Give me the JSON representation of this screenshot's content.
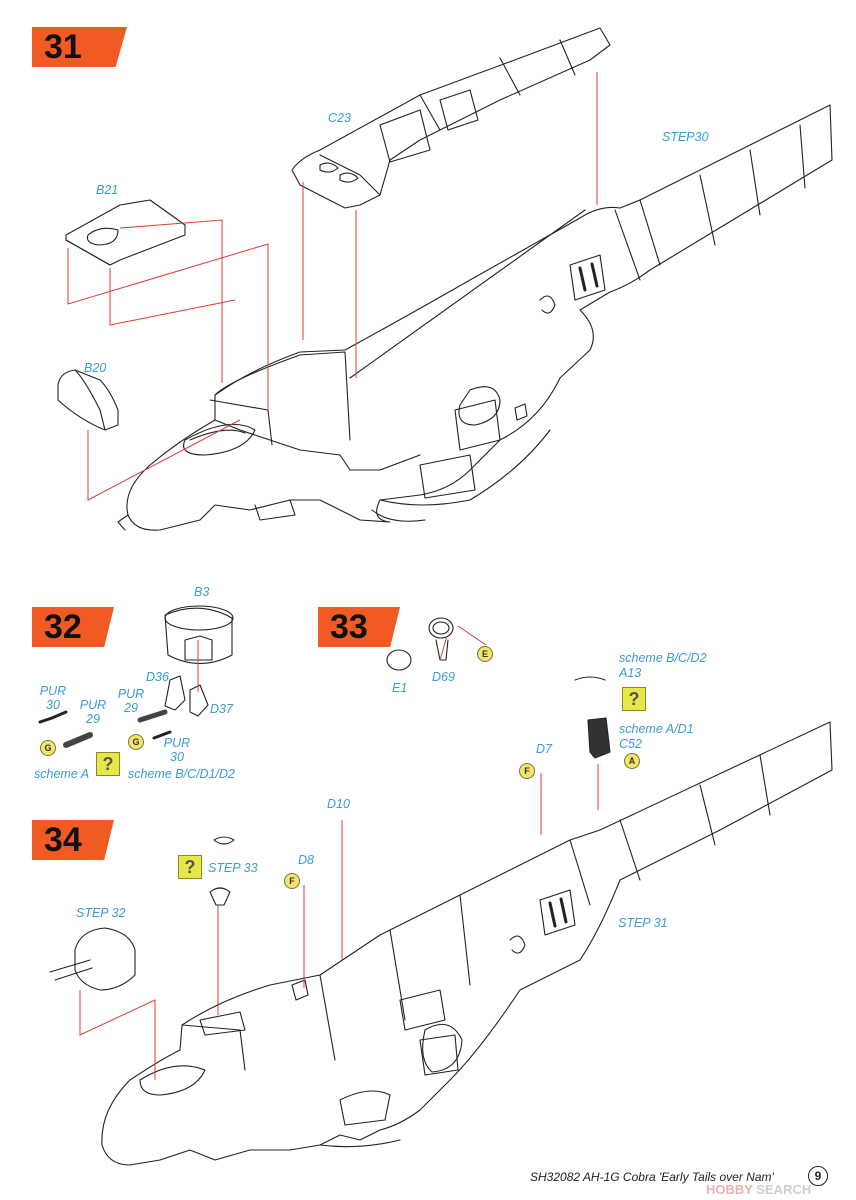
{
  "steps": [
    {
      "number": "31"
    },
    {
      "number": "32"
    },
    {
      "number": "33"
    },
    {
      "number": "34"
    }
  ],
  "step31": {
    "labels": {
      "c23": "C23",
      "step30": "STEP30",
      "b21": "B21",
      "b20": "B20"
    }
  },
  "step32": {
    "labels": {
      "b3": "B3",
      "d36": "D36",
      "d37": "D37",
      "pur30a_1": "PUR",
      "pur30a_2": "30",
      "pur29a_1": "PUR",
      "pur29a_2": "29",
      "pur29b_1": "PUR",
      "pur29b_2": "29",
      "pur30b_1": "PUR",
      "pur30b_2": "30",
      "scheme_a": "scheme A",
      "scheme_bcd": "scheme B/C/D1/D2"
    },
    "tags": {
      "g1": "G",
      "g2": "G"
    },
    "question": "?"
  },
  "step33": {
    "labels": {
      "e1": "E1",
      "d69": "D69"
    },
    "tags": {
      "e": "E"
    }
  },
  "step34": {
    "labels": {
      "scheme_bcd2": "scheme B/C/D2",
      "a13": "A13",
      "scheme_ad1": "scheme A/D1",
      "c52": "C52",
      "d7": "D7",
      "d10": "D10",
      "d8": "D8",
      "step33": "STEP 33",
      "step32": "STEP 32",
      "step31": "STEP 31"
    },
    "tags": {
      "f1": "F",
      "a": "A",
      "f2": "F"
    },
    "question1": "?",
    "question2": "?"
  },
  "footer": {
    "text": "SH32082  AH-1G Cobra 'Early Tails over Nam'",
    "page": "9"
  },
  "watermark": {
    "part1": "HOBBY",
    "part2": "SEARCH"
  },
  "colors": {
    "accent": "#f15a22",
    "label": "#3a9bd6",
    "guide": "#e03a3a",
    "question": "#e6e84a"
  }
}
